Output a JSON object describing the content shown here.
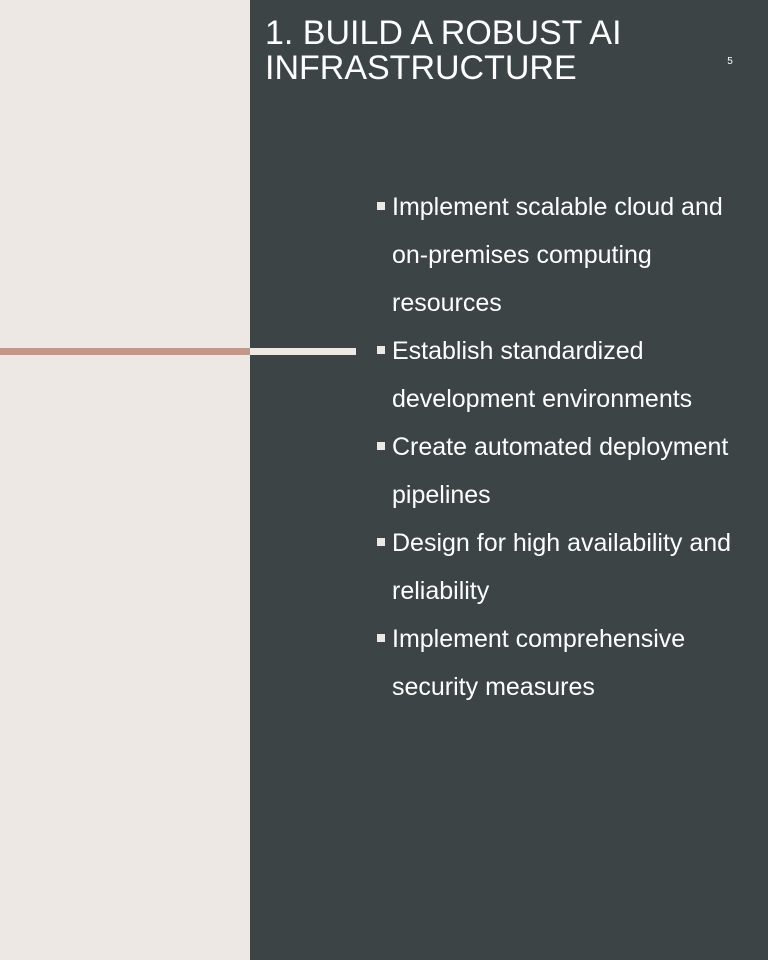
{
  "slide": {
    "title": "1. Build a Robust AI\nInfrastructure",
    "number": "5",
    "bullets": [
      {
        "text": "Implement scalable cloud and on-premises computing resources"
      },
      {
        "text": "Establish standardized development environments"
      },
      {
        "text": "Create automated deployment pipelines"
      },
      {
        "text": "Design for high availability and reliability"
      },
      {
        "text": "Implement comprehensive security measures"
      }
    ],
    "bullet_icon": "square-bullet-icon"
  },
  "colors": {
    "left_background": "#EEE8E5",
    "right_background": "#3C4446",
    "accent_line": "#C0998A",
    "accent_line_light": "#EEE8E5",
    "text": "#FFFFFF",
    "bullet_marker": "#EEE8E5"
  }
}
